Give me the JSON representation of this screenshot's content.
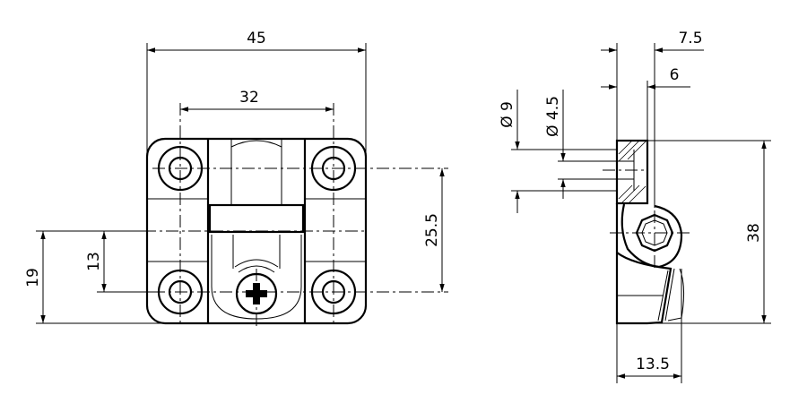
{
  "front_view": {
    "dim_width": "45",
    "dim_hole_spacing_x": "32",
    "dim_hole_spacing_y": "25.5",
    "dim_height_to_axis": "19",
    "dim_axis_to_hole": "13"
  },
  "side_view": {
    "dim_depth_total": "7.5",
    "dim_plate": "6",
    "dim_counterbore": "Ø 9",
    "dim_hole": "Ø 4.5",
    "dim_height": "38",
    "dim_width": "13.5"
  }
}
